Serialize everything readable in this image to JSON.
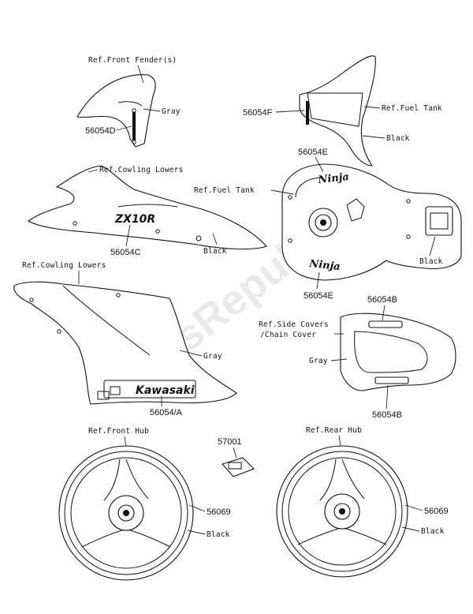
{
  "watermark": "PartsRepublik",
  "labels": {
    "ref_front_fender": "Ref.Front Fender(s)",
    "gray_fender": "Gray",
    "pn_56054D": "56054D",
    "pn_56054F": "56054F",
    "ref_fuel_tank_top": "Ref.Fuel Tank",
    "black_tank_top": "Black",
    "pn_56054E_top": "56054E",
    "ref_cowling_lowers_1": "Ref.Cowling Lowers",
    "ref_fuel_tank_mid": "Ref.Fuel Tank",
    "pn_56054C": "56054C",
    "black_cowling": "Black",
    "black_tank": "Black",
    "pn_56054E_bottom": "56054E",
    "ref_cowling_lowers_2": "Ref.Cowling Lowers",
    "gray_cowling": "Gray",
    "pn_56054A": "56054/A",
    "pn_56054B_top": "56054B",
    "ref_side_covers": "Ref.Side Covers",
    "chain_cover": "/Chain Cover",
    "gray_side": "Gray",
    "pn_56054B_bottom": "56054B",
    "ref_front_hub": "Ref.Front Hub",
    "pn_57001": "57001",
    "ref_rear_hub": "Ref.Rear Hub",
    "pn_56069_front": "56069",
    "black_front_wheel": "Black",
    "pn_56069_rear": "56069",
    "black_rear_wheel": "Black"
  },
  "decal_text": {
    "zx10r": "ZX10R",
    "kawasaki": "Kawasaki",
    "ninja": "Ninja"
  }
}
